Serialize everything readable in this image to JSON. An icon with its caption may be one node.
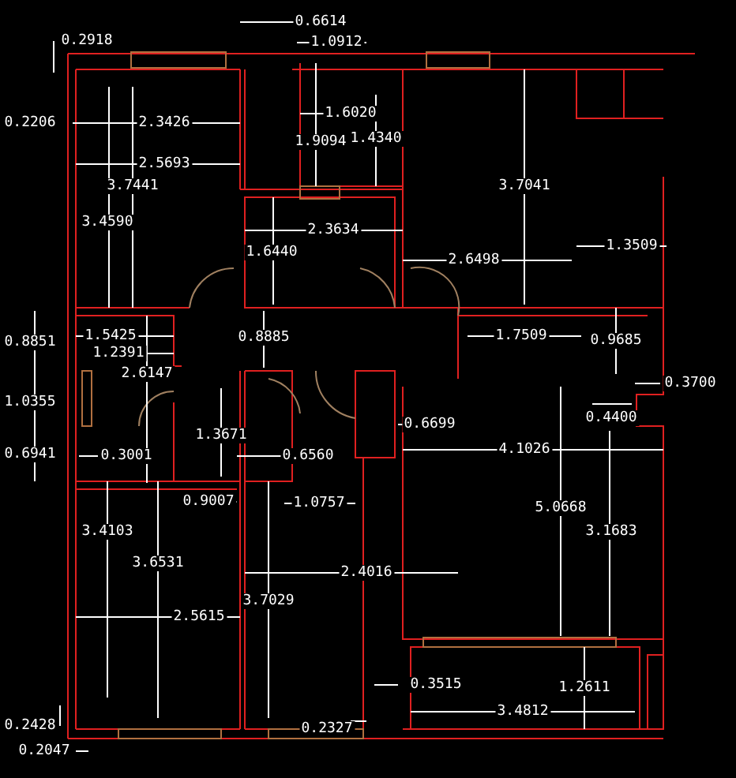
{
  "diagram": {
    "labels": [
      "0.6614",
      "0.2918",
      "1.0912",
      "1.6020",
      "0.2206",
      "2.3426",
      "1.9094",
      "1.4340",
      "2.5693",
      "3.7441",
      "3.4590",
      "3.7041",
      "2.3634",
      "1.6440",
      "2.6498",
      "1.3509",
      "1.5425",
      "0.8851",
      "1.2391",
      "0.8885",
      "1.7509",
      "0.9685",
      "2.6147",
      "1.0355",
      "0.3700",
      "0.6699",
      "1.3671",
      "0.4400",
      "0.6941",
      "0.3001",
      "0.6560",
      "4.1026",
      "0.9007",
      "1.0757",
      "5.0668",
      "3.4103",
      "3.1683",
      "3.6531",
      "2.4016",
      "3.7029",
      "2.5615",
      "0.3515",
      "1.2611",
      "0.2428",
      "3.4812",
      "0.2327",
      "0.2047"
    ]
  }
}
